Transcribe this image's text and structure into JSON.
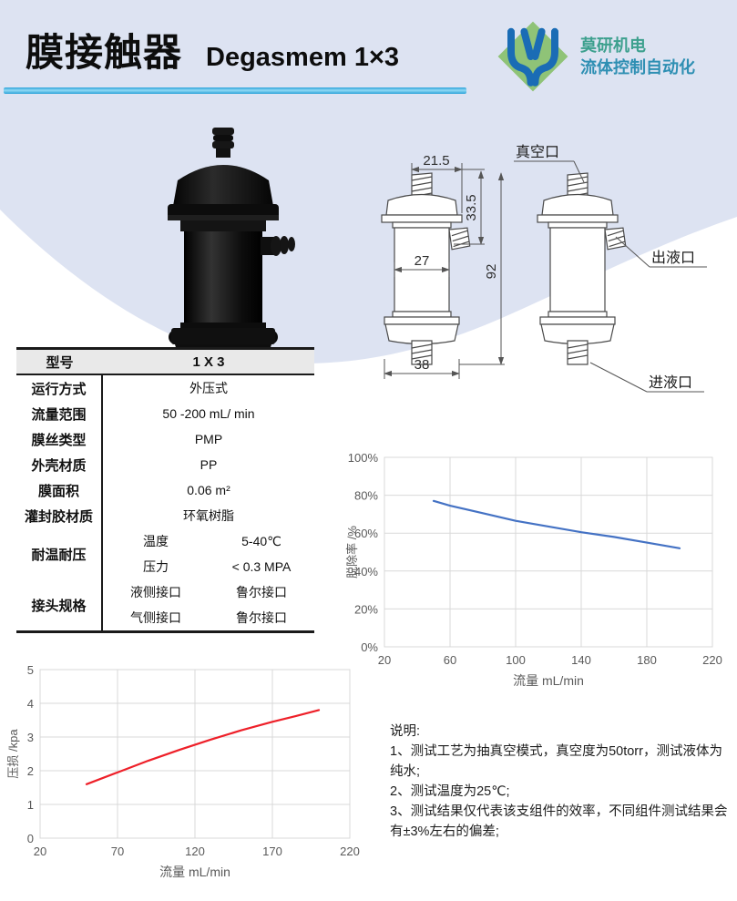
{
  "header": {
    "title_cn": "膜接触器",
    "title_en": "Degasmem 1×3",
    "logo": {
      "line1": "莫研机电",
      "line2": "流体控制自动化"
    }
  },
  "drawing": {
    "dims": {
      "port_width": "21.5",
      "cap_height": "33.5",
      "body_width": "27",
      "total_height": "92",
      "base_width": "38"
    },
    "labels": {
      "vacuum_port": "真空口",
      "liquid_outlet": "出液口",
      "liquid_inlet": "进液口"
    }
  },
  "spec_table": {
    "header": {
      "label": "型号",
      "value": "1 X 3"
    },
    "rows": [
      {
        "label": "运行方式",
        "value": "外压式"
      },
      {
        "label": "流量范围",
        "value": "50 -200 mL/ min"
      },
      {
        "label": "膜丝类型",
        "value": "PMP"
      },
      {
        "label": "外壳材质",
        "value": "PP"
      },
      {
        "label": "膜面积",
        "value": "0.06 m²"
      },
      {
        "label": "灌封胶材质",
        "value": "环氧树脂"
      },
      {
        "label": "耐温耐压",
        "sub": [
          {
            "name": "温度",
            "value": "5-40℃"
          },
          {
            "name": "压力",
            "value": "< 0.3 MPA"
          }
        ]
      },
      {
        "label": "接头规格",
        "sub": [
          {
            "name": "液侧接口",
            "value": "鲁尔接口"
          },
          {
            "name": "气侧接口",
            "value": "鲁尔接口"
          }
        ]
      }
    ]
  },
  "chart_data": [
    {
      "type": "line",
      "title": "",
      "xlabel": "流量 mL/min",
      "ylabel": "脱除率 /%",
      "xlim": [
        20,
        220
      ],
      "ylim": [
        0,
        100
      ],
      "xticks": [
        20,
        60,
        100,
        140,
        180,
        220
      ],
      "yticks": [
        "0%",
        "20%",
        "40%",
        "60%",
        "80%",
        "100%"
      ],
      "grid": true,
      "legend": "none",
      "series": [
        {
          "name": "脱除率",
          "color": "#4472c4",
          "x": [
            50,
            60,
            80,
            100,
            120,
            140,
            160,
            180,
            200
          ],
          "y": [
            77,
            74.5,
            70.5,
            66.5,
            63.5,
            60.5,
            58,
            55,
            52
          ]
        }
      ]
    },
    {
      "type": "line",
      "title": "",
      "xlabel": "流量 mL/min",
      "ylabel": "压损 /kpa",
      "xlim": [
        20,
        220
      ],
      "ylim": [
        0,
        5
      ],
      "xticks": [
        20,
        70,
        120,
        170,
        220
      ],
      "yticks": [
        0,
        1,
        2,
        3,
        4,
        5
      ],
      "grid": true,
      "legend": "none",
      "series": [
        {
          "name": "压损",
          "color": "#ee2029",
          "x": [
            50,
            70,
            90,
            110,
            130,
            150,
            170,
            185,
            200
          ],
          "y": [
            1.6,
            1.95,
            2.3,
            2.62,
            2.92,
            3.2,
            3.45,
            3.62,
            3.8
          ]
        }
      ]
    }
  ],
  "notes": {
    "title": "说明:",
    "items": [
      "1、测试工艺为抽真空模式，真空度为50torr，测试液体为纯水;",
      "2、测试温度为25℃;",
      "3、测试结果仅代表该支组件的效率，不同组件测试结果会有±3%左右的偏差;"
    ]
  },
  "colors": {
    "background_wash": "#dde3f2",
    "title_rule": "#3bb0e2",
    "curve_blue": "#4472c4",
    "curve_red": "#ee2029",
    "table_header_bg": "#e9e9e9",
    "logo_green": "#8fc377",
    "logo_blue": "#1a6cb5",
    "axis_text": "#595959",
    "gridline": "#d9d9d9"
  }
}
